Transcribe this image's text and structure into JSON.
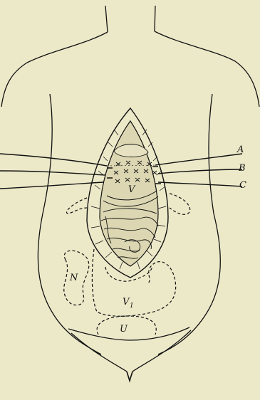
{
  "figure": {
    "background": "#ece9c9",
    "ink": "#111111",
    "labels": {
      "suture_a": "A",
      "suture_b": "B",
      "suture_c": "C",
      "region_v": "V",
      "region_n": "N",
      "region_v1_main": "V",
      "region_v1_sub": "1",
      "region_u": "U"
    }
  }
}
